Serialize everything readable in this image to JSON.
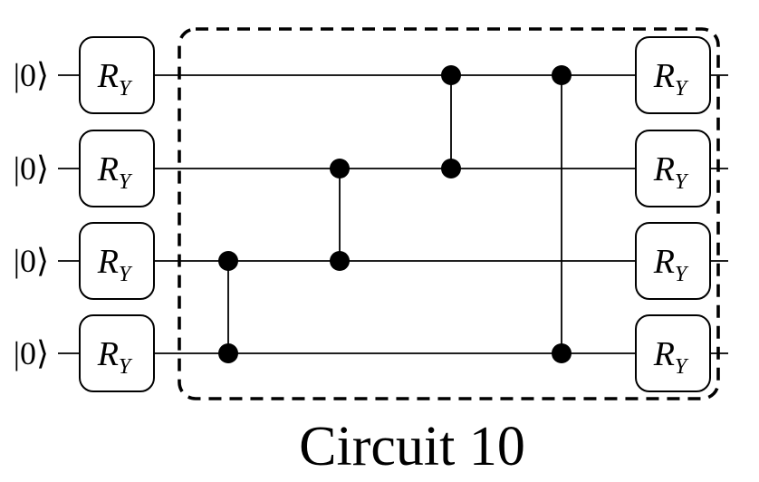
{
  "figure": {
    "caption": "Circuit 10",
    "colors": {
      "ink": "#000000",
      "background": "#ffffff"
    },
    "qubits": [
      {
        "label": "|0⟩",
        "left_gate": {
          "base": "R",
          "sub": "Y"
        },
        "right_gate": {
          "base": "R",
          "sub": "Y"
        }
      },
      {
        "label": "|0⟩",
        "left_gate": {
          "base": "R",
          "sub": "Y"
        },
        "right_gate": {
          "base": "R",
          "sub": "Y"
        }
      },
      {
        "label": "|0⟩",
        "left_gate": {
          "base": "R",
          "sub": "Y"
        },
        "right_gate": {
          "base": "R",
          "sub": "Y"
        }
      },
      {
        "label": "|0⟩",
        "left_gate": {
          "base": "R",
          "sub": "Y"
        },
        "right_gate": {
          "base": "R",
          "sub": "Y"
        }
      }
    ],
    "entangling_block": {
      "border_style": "dashed",
      "cz_gates": [
        {
          "column": 1,
          "between_qubits": [
            2,
            3
          ]
        },
        {
          "column": 2,
          "between_qubits": [
            1,
            2
          ]
        },
        {
          "column": 3,
          "between_qubits": [
            0,
            1
          ]
        },
        {
          "column": 4,
          "between_qubits": [
            0,
            3
          ]
        }
      ]
    }
  }
}
